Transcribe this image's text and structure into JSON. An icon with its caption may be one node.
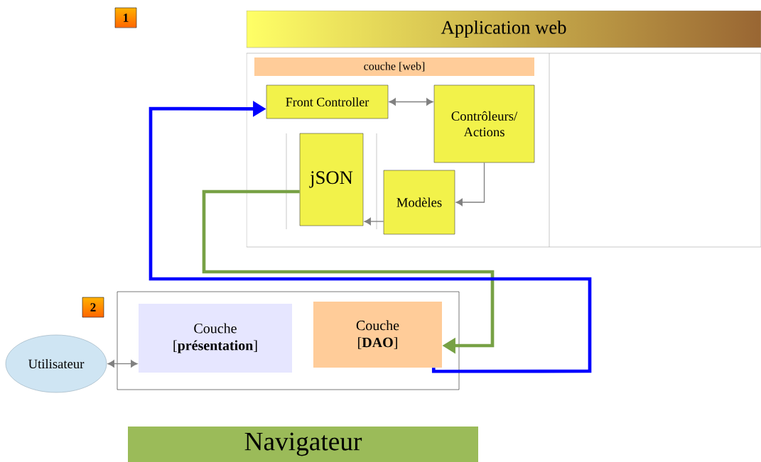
{
  "diagram": {
    "nodes": [
      {
        "text": [
          "Application web"
        ]
      },
      {
        "text": [],
        "shape": "box"
      },
      {
        "text": [
          "couche [web]"
        ],
        "in": 1
      },
      {
        "text": [
          "Front Controller"
        ],
        "in": 1
      },
      {
        "text": [
          "Contrôleurs/ Actions"
        ],
        "in": 1
      },
      {
        "text": [
          "jSON"
        ],
        "in": 1
      },
      {
        "text": [
          "Modèles"
        ],
        "in": 1
      },
      {
        "text": [],
        "shape": "box"
      },
      {
        "text": [
          "Couche [**présentation**]"
        ],
        "in": 7
      },
      {
        "text": [
          "Couche [**DAO**]"
        ],
        "in": 7
      },
      {
        "text": [
          "Utilisateur"
        ]
      },
      {
        "text": [
          "Navigateur"
        ]
      }
    ],
    "edges": [
      {
        "from": 3,
        "to": 4,
        "arrow": "both"
      },
      {
        "from": 4,
        "to": 6,
        "arrow": "to"
      },
      {
        "from": 6,
        "to": 5,
        "arrow": "to"
      },
      {
        "from": 5,
        "to": 9,
        "arrow": "to",
        "style": "thick",
        "color": "#77a145"
      },
      {
        "from": 9,
        "to": 3,
        "arrow": "to",
        "style": "thick",
        "color": "#0000ff"
      },
      {
        "from": 10,
        "to": 8,
        "arrow": "both"
      }
    ],
    "labels": [
      "1",
      "2"
    ]
  }
}
